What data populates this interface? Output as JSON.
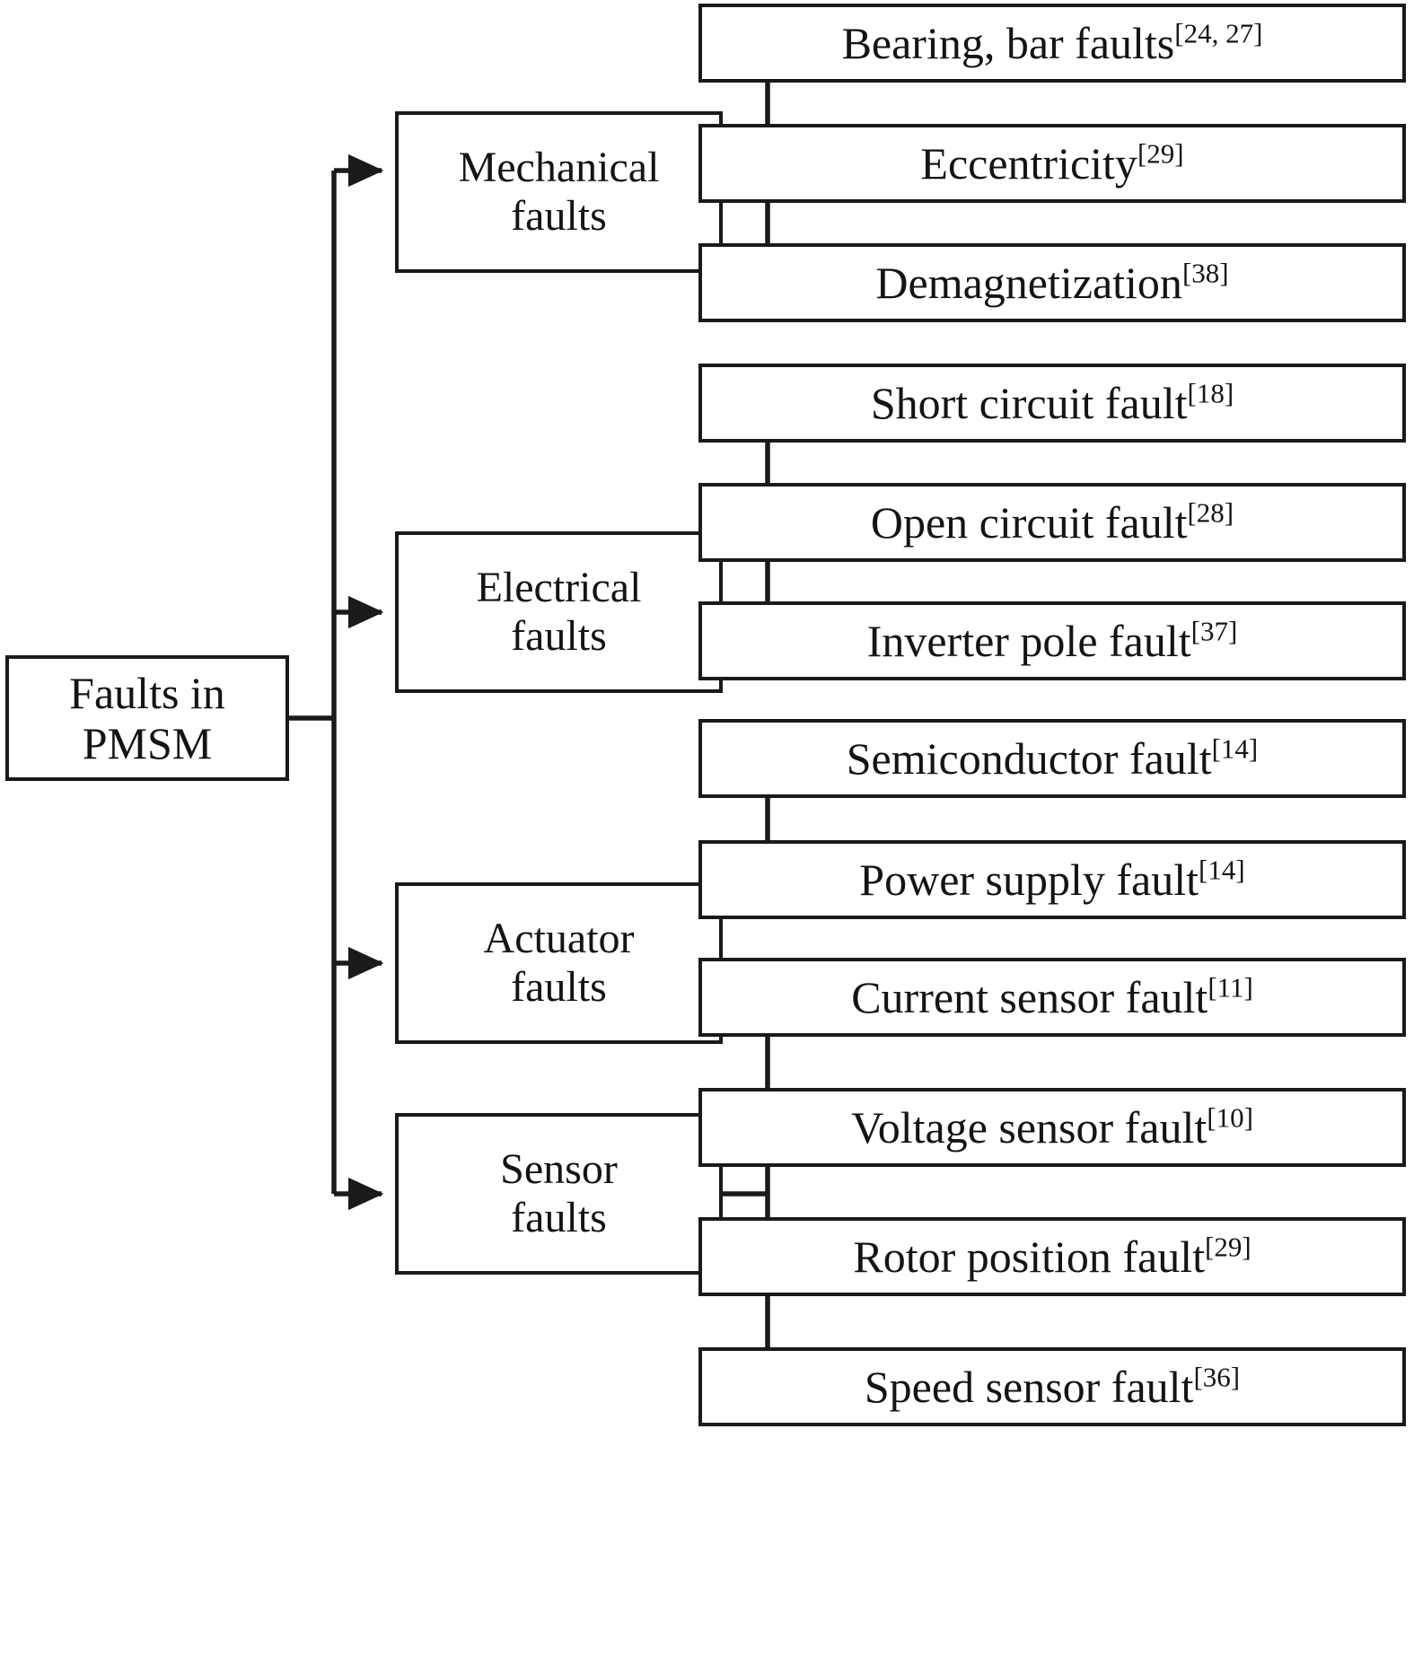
{
  "diagram": {
    "title": "Faults in PMSM classification tree",
    "root": {
      "label": "Faults in\nPMSM"
    },
    "branches": [
      {
        "id": "mechanical",
        "label": "Mechanical\nfaults",
        "leaves": [
          {
            "id": "bearing-bar-faults",
            "text": "Bearing, bar faults",
            "cite": "[24, 27]"
          },
          {
            "id": "eccentricity",
            "text": "Eccentricity",
            "cite": "[29]"
          },
          {
            "id": "demagnetization",
            "text": "Demagnetization",
            "cite": "[38]"
          }
        ]
      },
      {
        "id": "electrical",
        "label": "Electrical\nfaults",
        "leaves": [
          {
            "id": "short-circuit-fault",
            "text": "Short circuit fault",
            "cite": "[18]"
          },
          {
            "id": "open-circuit-fault",
            "text": "Open circuit fault",
            "cite": "[28]"
          },
          {
            "id": "inverter-pole-fault",
            "text": "Inverter pole fault",
            "cite": "[37]"
          }
        ]
      },
      {
        "id": "actuator",
        "label": "Actuator\nfaults",
        "leaves": [
          {
            "id": "semiconductor-fault",
            "text": "Semiconductor fault",
            "cite": "[14]"
          },
          {
            "id": "power-supply-fault",
            "text": "Power supply fault",
            "cite": "[14]"
          }
        ]
      },
      {
        "id": "sensor",
        "label": "Sensor\nfaults",
        "leaves": [
          {
            "id": "current-sensor-fault",
            "text": "Current sensor fault",
            "cite": "[11]"
          },
          {
            "id": "voltage-sensor-fault",
            "text": "Voltage sensor fault",
            "cite": "[10]"
          },
          {
            "id": "rotor-position-fault",
            "text": "Rotor position fault",
            "cite": "[29]"
          },
          {
            "id": "speed-sensor-fault",
            "text": "Speed sensor fault",
            "cite": "[36]"
          }
        ]
      }
    ],
    "colors": {
      "stroke": "#1a1a1a",
      "fill": "#ffffff",
      "text": "#141414"
    }
  }
}
